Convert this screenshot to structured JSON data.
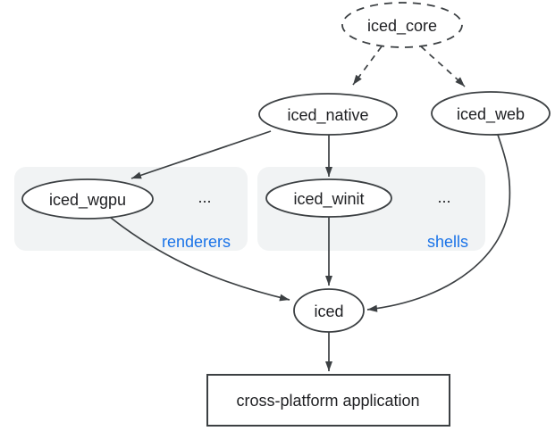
{
  "diagram": {
    "colors": {
      "background": "#ffffff",
      "stroke": "#3c4043",
      "node-fill": "#ffffff",
      "group-fill": "#f1f3f4",
      "group-label": "#1a73e8",
      "text": "#202124"
    },
    "nodes": {
      "iced_core": {
        "label": "iced_core",
        "shape": "ellipse",
        "border": "dashed"
      },
      "iced_native": {
        "label": "iced_native",
        "shape": "ellipse",
        "border": "solid"
      },
      "iced_web": {
        "label": "iced_web",
        "shape": "ellipse",
        "border": "solid"
      },
      "iced_wgpu": {
        "label": "iced_wgpu",
        "shape": "ellipse",
        "border": "solid"
      },
      "iced_winit": {
        "label": "iced_winit",
        "shape": "ellipse",
        "border": "solid"
      },
      "iced": {
        "label": "iced",
        "shape": "ellipse",
        "border": "solid"
      },
      "application": {
        "label": "cross-platform application",
        "shape": "rect",
        "border": "solid"
      }
    },
    "groups": {
      "renderers": {
        "label": "renderers",
        "ellipsis": "...",
        "contains": [
          "iced_wgpu"
        ]
      },
      "shells": {
        "label": "shells",
        "ellipsis": "...",
        "contains": [
          "iced_winit"
        ]
      }
    },
    "edges": [
      {
        "from": "iced_core",
        "to": "iced_native",
        "style": "dashed"
      },
      {
        "from": "iced_core",
        "to": "iced_web",
        "style": "dashed"
      },
      {
        "from": "iced_native",
        "to": "iced_wgpu",
        "style": "solid"
      },
      {
        "from": "iced_native",
        "to": "iced_winit",
        "style": "solid"
      },
      {
        "from": "iced_wgpu",
        "to": "iced",
        "style": "solid"
      },
      {
        "from": "iced_winit",
        "to": "iced",
        "style": "solid"
      },
      {
        "from": "iced_web",
        "to": "iced",
        "style": "solid"
      },
      {
        "from": "iced",
        "to": "application",
        "style": "solid"
      }
    ]
  }
}
